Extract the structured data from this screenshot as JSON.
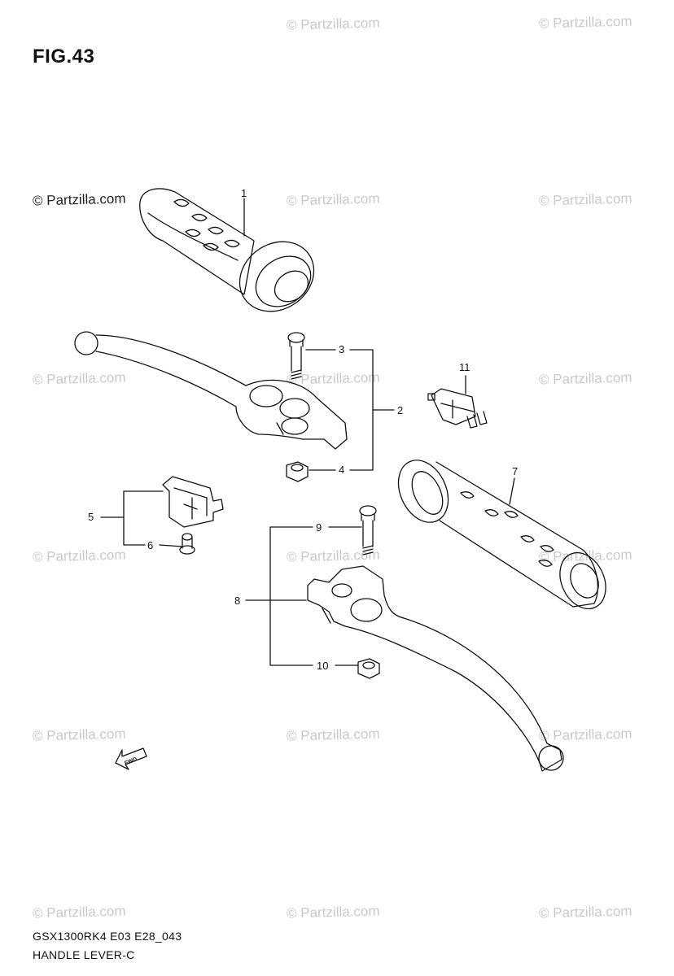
{
  "figure": {
    "title": "FIG.43"
  },
  "watermarks": {
    "text": "© Partzilla.com",
    "primary": "© Partzilla.com"
  },
  "callouts": {
    "c1": "1",
    "c2": "2",
    "c3": "3",
    "c4": "4",
    "c5": "5",
    "c6": "6",
    "c7": "7",
    "c8": "8",
    "c9": "9",
    "c10": "10",
    "c11": "11"
  },
  "fwd_arrow": {
    "label": "FWD"
  },
  "footer": {
    "model_code": "GSX1300RK4 E03 E28_043",
    "section_name": "HANDLE LEVER-C"
  },
  "colors": {
    "line": "#111111",
    "watermark": "#c9c9c9",
    "background": "#ffffff"
  }
}
